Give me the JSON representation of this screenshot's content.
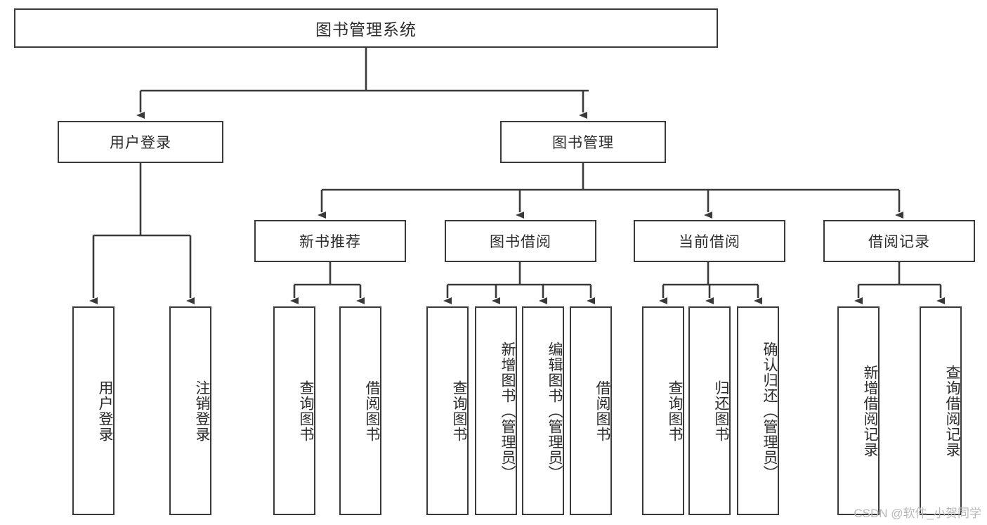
{
  "diagram": {
    "title": "图书管理系统",
    "watermark": "CSDN @软件_小贺同学",
    "level1": [
      {
        "id": "user-login",
        "label": "用户登录"
      },
      {
        "id": "book-manage",
        "label": "图书管理"
      }
    ],
    "level2": [
      {
        "id": "new-book-recommend",
        "label": "新书推荐"
      },
      {
        "id": "book-borrow",
        "label": "图书借阅"
      },
      {
        "id": "current-borrow",
        "label": "当前借阅"
      },
      {
        "id": "borrow-record",
        "label": "借阅记录"
      }
    ],
    "leaves": [
      {
        "id": "leaf-user-login",
        "label": "用户登录"
      },
      {
        "id": "leaf-logout",
        "label": "注销登录"
      },
      {
        "id": "leaf-query-book-1",
        "label": "查询图书"
      },
      {
        "id": "leaf-borrow-book-1",
        "label": "借阅图书"
      },
      {
        "id": "leaf-query-book-2",
        "label": "查询图书"
      },
      {
        "id": "leaf-add-book",
        "label": "新增图书（管理员）"
      },
      {
        "id": "leaf-edit-book",
        "label": "编辑图书（管理员）"
      },
      {
        "id": "leaf-borrow-book-2",
        "label": "借阅图书"
      },
      {
        "id": "leaf-query-book-3",
        "label": "查询图书"
      },
      {
        "id": "leaf-return-book",
        "label": "归还图书"
      },
      {
        "id": "leaf-confirm-return",
        "label": "确认归还（管理员）"
      },
      {
        "id": "leaf-add-record",
        "label": "新增借阅记录"
      },
      {
        "id": "leaf-query-record",
        "label": "查询借阅记录"
      }
    ],
    "colors": {
      "stroke": "#3a3a3a",
      "fill": "#ffffff",
      "text": "#2b2b2b",
      "watermark": "#b9b9b9"
    }
  }
}
